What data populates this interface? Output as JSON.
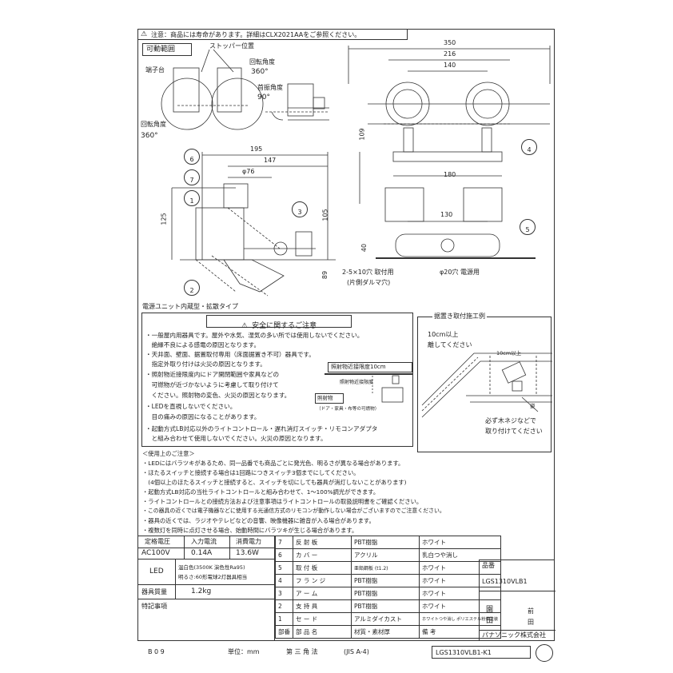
{
  "header": {
    "caution": "注意：商品には寿命があります。詳細はCLX2021AAをご参照ください。"
  },
  "movable_range": {
    "title": "可動範囲",
    "stopper": "ストッパー位置",
    "terminal": "端子台",
    "rotation_label_1": "回転角度",
    "rotation_value_1": "360°",
    "neck_label": "首振角度",
    "neck_value": "90°",
    "rotation_label_2": "回転角度",
    "rotation_value_2": "360°"
  },
  "dimensions": {
    "d350": "350",
    "d216": "216",
    "d140": "140",
    "d109": "109",
    "d180": "180",
    "d130": "130",
    "d40": "40",
    "d195": "195",
    "d147": "147",
    "d76": "φ76",
    "d125": "125",
    "d105": "105",
    "d89": "89"
  },
  "callouts": [
    "1",
    "2",
    "3",
    "4",
    "5",
    "6",
    "7"
  ],
  "holes": {
    "mount": "2-5×10穴  取付用",
    "mount_sub": "(片側ダルマ穴)",
    "power": "φ20穴  電源用"
  },
  "type_label": "電源ユニット内蔵型・拡散タイプ",
  "safety": {
    "title": "安全に関するご注意",
    "lines": [
      "・一般屋内用器具です。屋外や水気、湿気の多い所では使用しないでください。",
      "　絶縁不良による感電の原因となります。",
      "・天井面、壁面、据置取付専用（床面据置き不可）器具です。",
      "　指定外取り付けは火災の原因となります。",
      "・照射物近接限度内にドア開閉範囲や家具などの",
      "　可燃物が近づかないように考慮して取り付けて",
      "　ください。照射物の変色、火災の原因となります。",
      "・LEDを直視しないでください。",
      "　目の痛みの原因になることがあります。",
      "・起動方式LB対応以外のライトコントロール・遅れ消灯スイッチ・リモコンアダプタ",
      "　と組み合わせて使用しないでください。火災の原因となります。"
    ],
    "proximity_title": "照射物近接限度10cm",
    "proximity_label": "照射物近接限度",
    "object_label": "照射物",
    "object_note": "（ドア・家具・布等の可燃物）"
  },
  "install_example": {
    "title": "据置き取付施工例",
    "away_1": "10cm以上",
    "away_2": "離してください",
    "away_3": "10cm以上",
    "base": "姿",
    "screw_1": "必ず木ネジなどで",
    "screw_2": "取り付けてください"
  },
  "usage": {
    "title": "＜使用上のご注意＞",
    "lines": [
      "・LEDにはバラツキがあるため、同一品番でも商品ごとに発光色、明るさが異なる場合があります。",
      "・ほたるスイッチと接続する場合は1回路につきスイッチ3個までにしてください。",
      "　(4個以上のほたるスイッチと接続すると、スイッチを切にしても器具が消灯しないことがあります)",
      "・起動方式LB対応の当社ライトコントロールと組み合わせて、1〜100%調光ができます。",
      "・ライトコントロールとの接続方法および注意事項はライトコントロールの取扱説明書をご確認ください。",
      "・この器具の近くでは電子機器などに使用する光通信方式のリモコンが動作しない場合がございますのでご注意ください。",
      "・器具の近くでは、ラジオやテレビなどの音響、映像機器に雑音が入る場合があります。",
      "・複数灯を同時に点灯させる場合、始動時間にバラツキが生じる場合があります。"
    ]
  },
  "specs": {
    "rated_voltage_h": "定格電圧",
    "input_current_h": "入力電流",
    "power_h": "消費電力",
    "rated_voltage": "AC100V",
    "input_current": "0.14A",
    "power": "13.6W",
    "led_label": "LED",
    "led_detail_1": "温白色(3500K 演色性Ra95)",
    "led_detail_2": "明るさ:60形電球2灯器具相当",
    "weight_h": "器具質量",
    "weight": "1.2kg",
    "special_h": "特記事項"
  },
  "parts": {
    "rows": [
      {
        "no": "7",
        "name": "反 射 板",
        "material": "PBT樹脂",
        "finish": "ホワイト"
      },
      {
        "no": "6",
        "name": "カ バ ー",
        "material": "アクリル",
        "finish": "乳白つや消し"
      },
      {
        "no": "5",
        "name": "取 付 板",
        "material": "亜鉛鋼板 (t1.2)",
        "finish": "ホワイト"
      },
      {
        "no": "4",
        "name": "フ ラ ン ジ",
        "material": "PBT樹脂",
        "finish": "ホワイト"
      },
      {
        "no": "3",
        "name": "ア ー ム",
        "material": "PBT樹脂",
        "finish": "ホワイト"
      },
      {
        "no": "2",
        "name": "支 持 具",
        "material": "PBT樹脂",
        "finish": "ホワイト"
      },
      {
        "no": "1",
        "name": "セ ー ド",
        "material": "アルミダイカスト",
        "finish": "ホワイトつや消し ポリエステル粉体塗装"
      }
    ],
    "header_no": "部番",
    "header_name": "部 品 名",
    "header_material": "材質・素材厚",
    "header_remark": "備 考"
  },
  "product": {
    "code_label": "品番",
    "code": "LGS1310VLB1",
    "drawn": "前",
    "checked": "田",
    "company": "パナソニック株式会社"
  },
  "footer": {
    "page": "B 0 9",
    "unit": "単位：mm",
    "projection": "第 三 角 法",
    "standard": "(JIS A-4)",
    "drawing_no": "LGS1310VLB1-K1"
  }
}
